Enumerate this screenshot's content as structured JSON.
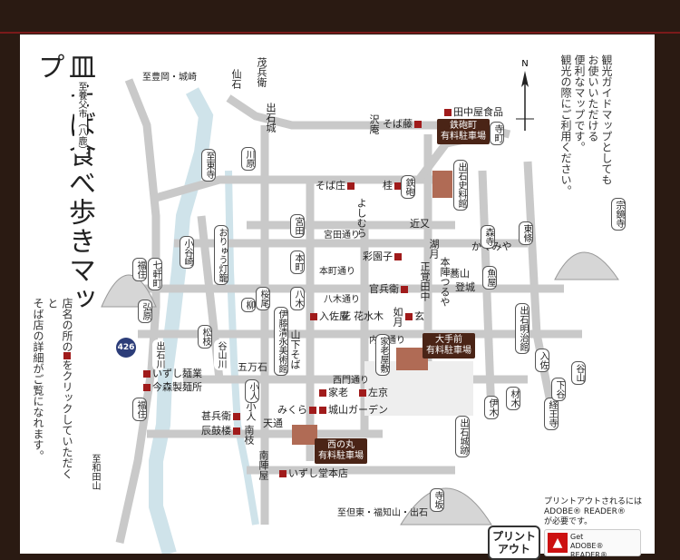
{
  "title": "皿そば食べ歩きマップ",
  "intro": {
    "line1": "店名の所の",
    "line1b": "をクリックしていただくと",
    "line2": "そば店の詳細がご覧になれます。"
  },
  "note": {
    "lines": [
      "観光ガイドマップとしても",
      "お使いいただける",
      "便利なマップです。",
      "観光の際にご利用ください。"
    ]
  },
  "north_label": "N",
  "directions": {
    "kita": "至豊岡・城崎",
    "yabu": "至養父市（八鹿）",
    "wadayama": "至和田山",
    "south": "至但東・福知山・出石",
    "route_426": "426"
  },
  "streets": {
    "miyata": "宮田通り",
    "honmachi": "本町通り",
    "hakki": "八木通り",
    "uchide": "内町通り",
    "nishimon": "西門通り"
  },
  "shops_h": [
    {
      "name": "田中屋食品"
    },
    {
      "name": "そば藤"
    },
    {
      "name": "そば庄"
    },
    {
      "name": "彩園子"
    },
    {
      "name": "官兵衛"
    },
    {
      "name": "入佐屋"
    },
    {
      "name": "花水木"
    },
    {
      "name": "いずし麺業"
    },
    {
      "name": "今森製麺所"
    },
    {
      "name": "家老"
    },
    {
      "name": "左京"
    },
    {
      "name": "みくら"
    },
    {
      "name": "城山ガーデン"
    },
    {
      "name": "甚兵衛"
    },
    {
      "name": "辰鼓楼"
    },
    {
      "name": "いずし堂本店"
    },
    {
      "name": "近又"
    },
    {
      "name": "桂"
    },
    {
      "name": "玄"
    },
    {
      "name": "登城"
    },
    {
      "name": "蕎山"
    },
    {
      "name": "かくみや"
    },
    {
      "name": "花"
    },
    {
      "name": "五万石"
    },
    {
      "name": "天通"
    }
  ],
  "shops_v": [
    {
      "name": "茂兵衛"
    },
    {
      "name": "仙石"
    },
    {
      "name": "出石城"
    },
    {
      "name": "沢庵"
    },
    {
      "name": "よしむら"
    },
    {
      "name": "湖月"
    },
    {
      "name": "本陣つるや"
    },
    {
      "name": "正覚田中"
    },
    {
      "name": "如月"
    },
    {
      "name": "山下そば"
    },
    {
      "name": "南枝"
    },
    {
      "name": "小人"
    },
    {
      "name": "南陣屋"
    },
    {
      "name": "出石川"
    },
    {
      "name": "松枝"
    },
    {
      "name": "福住"
    },
    {
      "name": "小人"
    }
  ],
  "labels_v": [
    {
      "name": "至東寺"
    },
    {
      "name": "川原"
    },
    {
      "name": "福住"
    },
    {
      "name": "七軒町"
    },
    {
      "name": "弘原"
    },
    {
      "name": "小谷崎"
    },
    {
      "name": "おりゅう灯籠"
    },
    {
      "name": "宮田"
    },
    {
      "name": "本町"
    },
    {
      "name": "八木"
    },
    {
      "name": "桜尾"
    },
    {
      "name": "柳"
    },
    {
      "name": "鉄砲"
    },
    {
      "name": "東條"
    },
    {
      "name": "森寺"
    },
    {
      "name": "宗鏡寺"
    },
    {
      "name": "寺町"
    },
    {
      "name": "出石史料館"
    },
    {
      "name": "伊木"
    },
    {
      "name": "谷山"
    },
    {
      "name": "経王寺"
    },
    {
      "name": "出石明治館"
    },
    {
      "name": "入佐"
    },
    {
      "name": "寺坂"
    },
    {
      "name": "下谷"
    },
    {
      "name": "材木"
    },
    {
      "name": "魚屋"
    },
    {
      "name": "出石城跡"
    },
    {
      "name": "伊藤清永美術館"
    },
    {
      "name": "家老屋敷"
    },
    {
      "name": "谷山川"
    }
  ],
  "parking": [
    {
      "lines": [
        "鉄砲町",
        "有料駐車場"
      ]
    },
    {
      "lines": [
        "大手前",
        "有料駐車場"
      ]
    },
    {
      "lines": [
        "西の丸",
        "有料駐車場"
      ]
    }
  ],
  "print_note": [
    "プリントアウトされるには",
    "ADOBE® READER®",
    "が必要です。"
  ],
  "print_button": [
    "プリント",
    "アウト"
  ],
  "adobe": {
    "get": "Get",
    "reader": "ADOBE® READER®"
  },
  "colors": {
    "frame": "#2a1a12",
    "accent_red": "#a01b1b",
    "road": "#c9c9c9",
    "river": "#cfe3ea",
    "parking": "#4a2416"
  }
}
